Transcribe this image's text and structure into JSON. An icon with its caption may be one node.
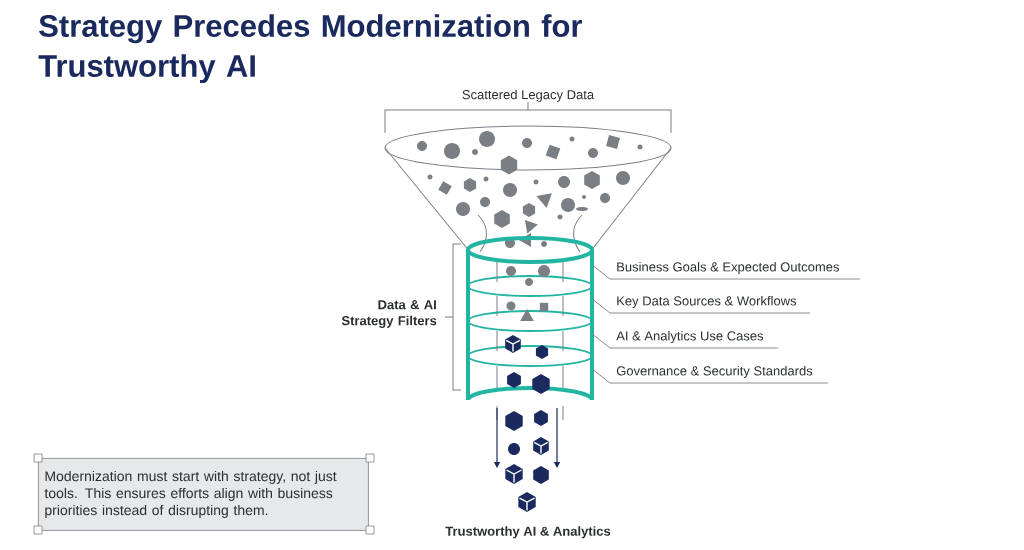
{
  "diagram": {
    "title": "Strategy Precedes Modernization for Trustworthy AI",
    "nodes": [
      {
        "text": [
          "Modernization must start with strategy, not just tools. This ensures efforts align with business priorities instead of disrupting them."
        ]
      },
      {
        "text": [
          "Business Goals & Expected Outcomes"
        ]
      },
      {
        "text": [
          "Key Data Sources & Workflows"
        ]
      },
      {
        "text": [
          "AI & Analytics Use Cases"
        ]
      },
      {
        "text": [
          "Governance & Security Standards"
        ]
      },
      {
        "text": [],
        "shape": "cylinder"
      }
    ],
    "edges": [
      {
        "from": 1,
        "to": 5,
        "arrow": "none"
      },
      {
        "from": 2,
        "to": 5,
        "arrow": "none"
      },
      {
        "from": 3,
        "to": 5,
        "arrow": "none"
      },
      {
        "from": 4,
        "to": 5,
        "arrow": "none"
      }
    ],
    "labels": [
      "Scattered Legacy Data",
      "Data & AI Strategy Filters",
      "Trustworthy AI & Analytics"
    ]
  }
}
